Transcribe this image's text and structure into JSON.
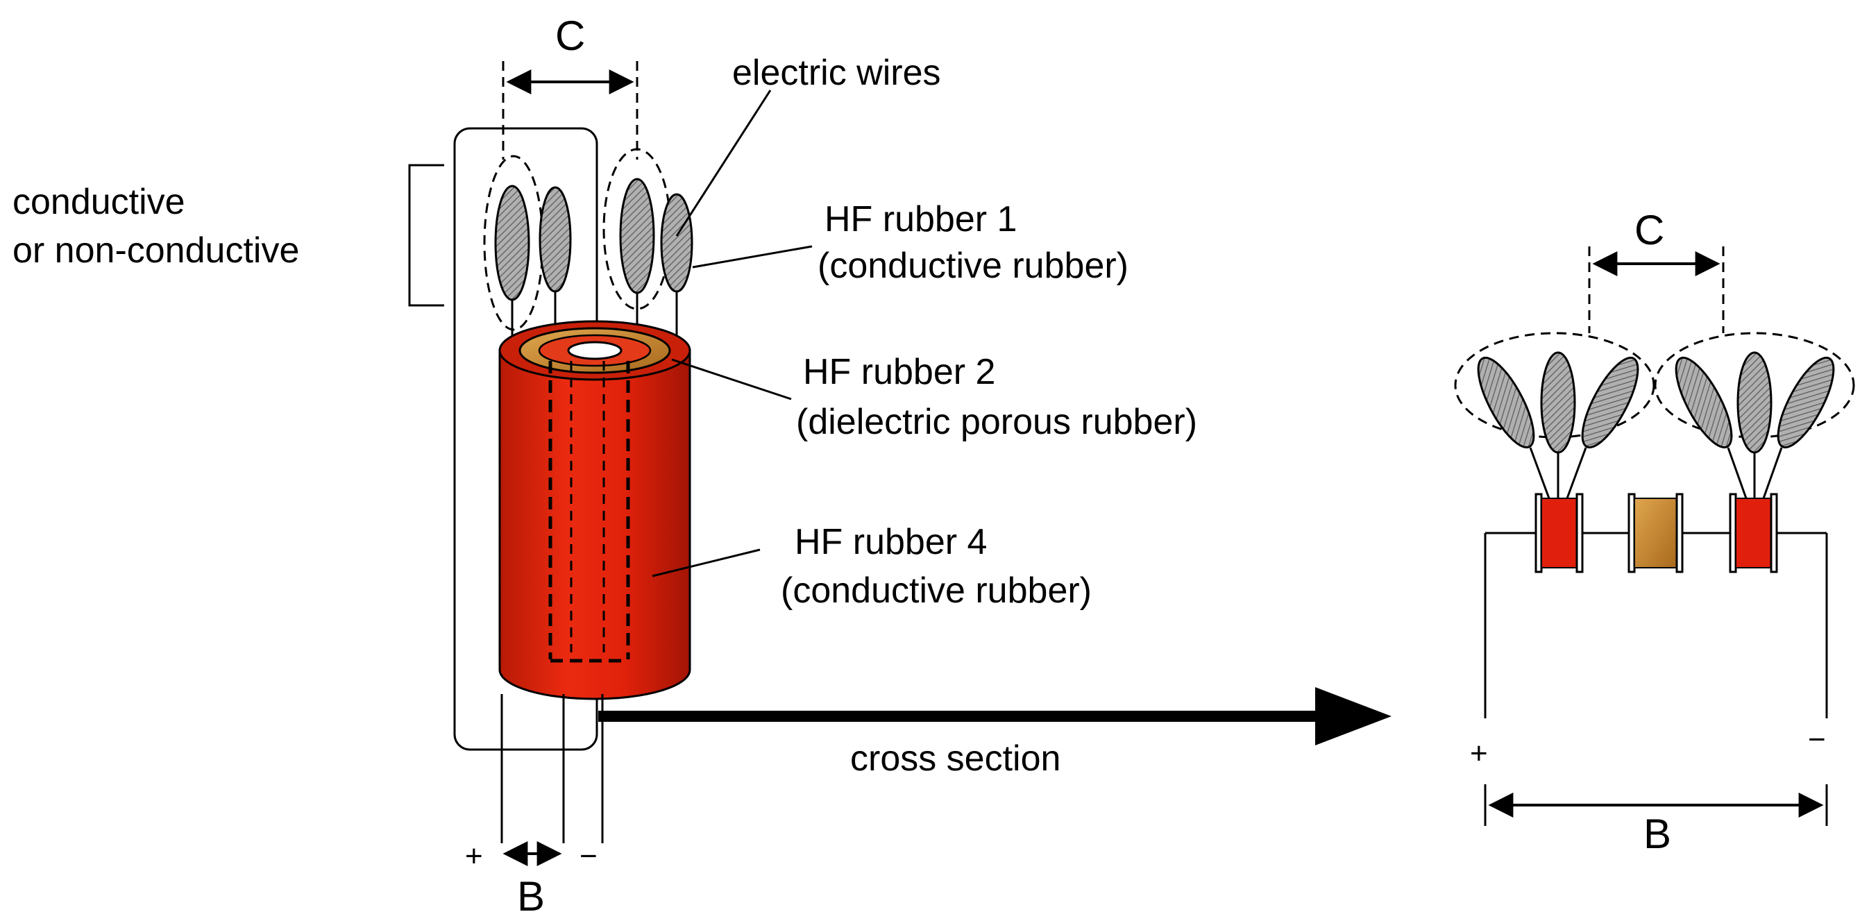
{
  "labels": {
    "conductive_line1": "conductive",
    "conductive_line2": "or non-conductive",
    "electric_wires": "electric wires",
    "hf1_line1": "HF rubber 1",
    "hf1_line2": "(conductive rubber)",
    "hf2_line1": "HF rubber 2",
    "hf2_line2": "(dielectric porous rubber)",
    "hf4_line1": "HF rubber 4",
    "hf4_line2": "(conductive rubber)",
    "cross_section": "cross section",
    "dim_c_left": "C",
    "dim_b_left": "B",
    "dim_c_right": "C",
    "dim_b_right": "B",
    "plus_left": "+",
    "minus_left": "−",
    "plus_right": "+",
    "minus_right": "−"
  },
  "colors": {
    "conductive_rubber": "#e0200c",
    "conductive_rubber_dark": "#a61505",
    "dielectric_rubber": "#c8862a",
    "dielectric_rubber_light": "#e6b25a",
    "wire_fill": "#a9a9a9",
    "line": "#000000"
  }
}
